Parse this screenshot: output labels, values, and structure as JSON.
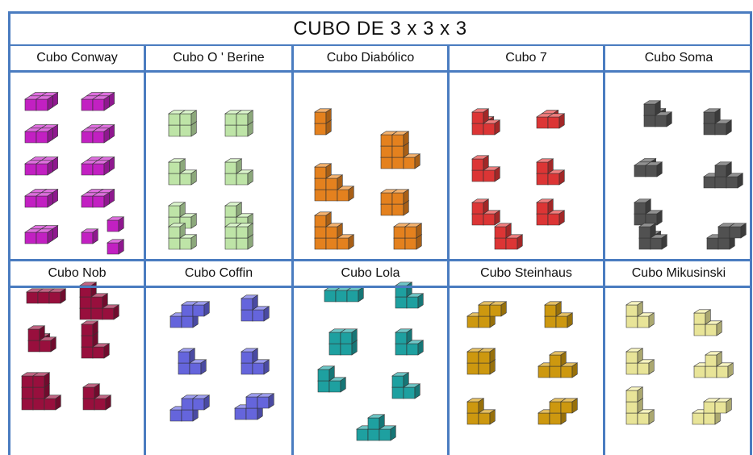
{
  "title": "CUBO DE 3 x 3 x 3",
  "row1": [
    {
      "label": "Cubo Conway",
      "color": "#cc22cc"
    },
    {
      "label": "Cubo O ' Berine",
      "color": "#c8f0b0"
    },
    {
      "label": "Cubo Diabólico",
      "color": "#f08820"
    },
    {
      "label": "Cubo 7",
      "color": "#e83838"
    },
    {
      "label": "Cubo Soma",
      "color": "#555555"
    }
  ],
  "row2": [
    {
      "label": "Cubo Nob",
      "color": "#a01040"
    },
    {
      "label": "Cubo Coffin",
      "color": "#6a6ae8"
    },
    {
      "label": "Cubo Lola",
      "color": "#20a8a8"
    },
    {
      "label": "Cubo Steinhaus",
      "color": "#d8a010"
    },
    {
      "label": "Cubo Mikusinski",
      "color": "#f4f0a0"
    }
  ]
}
